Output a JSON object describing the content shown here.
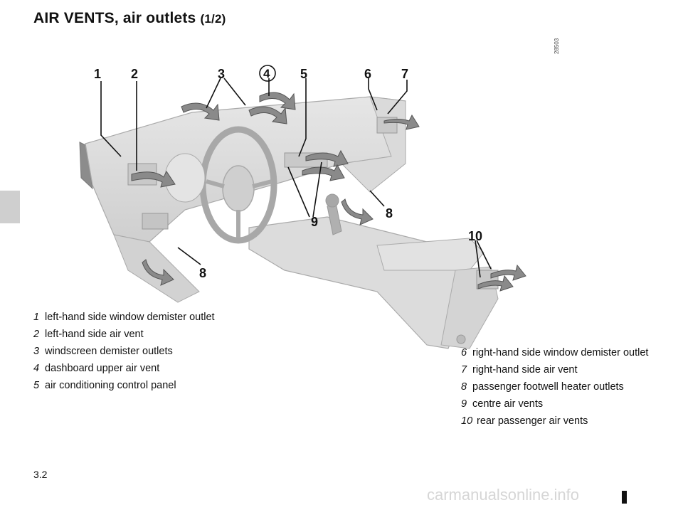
{
  "header": {
    "title": "AIR VENTS, air outlets",
    "page_indicator": "(1/2)"
  },
  "figure": {
    "image_code": "28503",
    "callouts": {
      "c1": "1",
      "c2": "2",
      "c3": "3",
      "c4": "4",
      "c5": "5",
      "c6": "6",
      "c7": "7",
      "c8a": "8",
      "c8b": "8",
      "c9": "9",
      "c10": "10"
    }
  },
  "legend_left": [
    {
      "num": "1",
      "text": "left-hand side window demister outlet"
    },
    {
      "num": "2",
      "text": "left-hand side air vent"
    },
    {
      "num": "3",
      "text": "windscreen demister outlets"
    },
    {
      "num": "4",
      "text": "dashboard upper air vent"
    },
    {
      "num": "5",
      "text": "air conditioning control panel"
    }
  ],
  "legend_right": [
    {
      "num": "6",
      "text": "right-hand side window demister outlet"
    },
    {
      "num": "7",
      "text": "right-hand side air vent"
    },
    {
      "num": "8",
      "text": "passenger footwell heater outlets"
    },
    {
      "num": "9",
      "text": "centre air vents"
    },
    {
      "num": "10",
      "text": "rear passenger air vents"
    }
  ],
  "footer": {
    "page_number": "3.2",
    "watermark": "carmanualsonline.info"
  },
  "colors": {
    "illustration_fill": "#dedede",
    "illustration_stroke": "#aaaaaa",
    "arrow_fill": "#888888",
    "tab": "#cfcfcf"
  }
}
